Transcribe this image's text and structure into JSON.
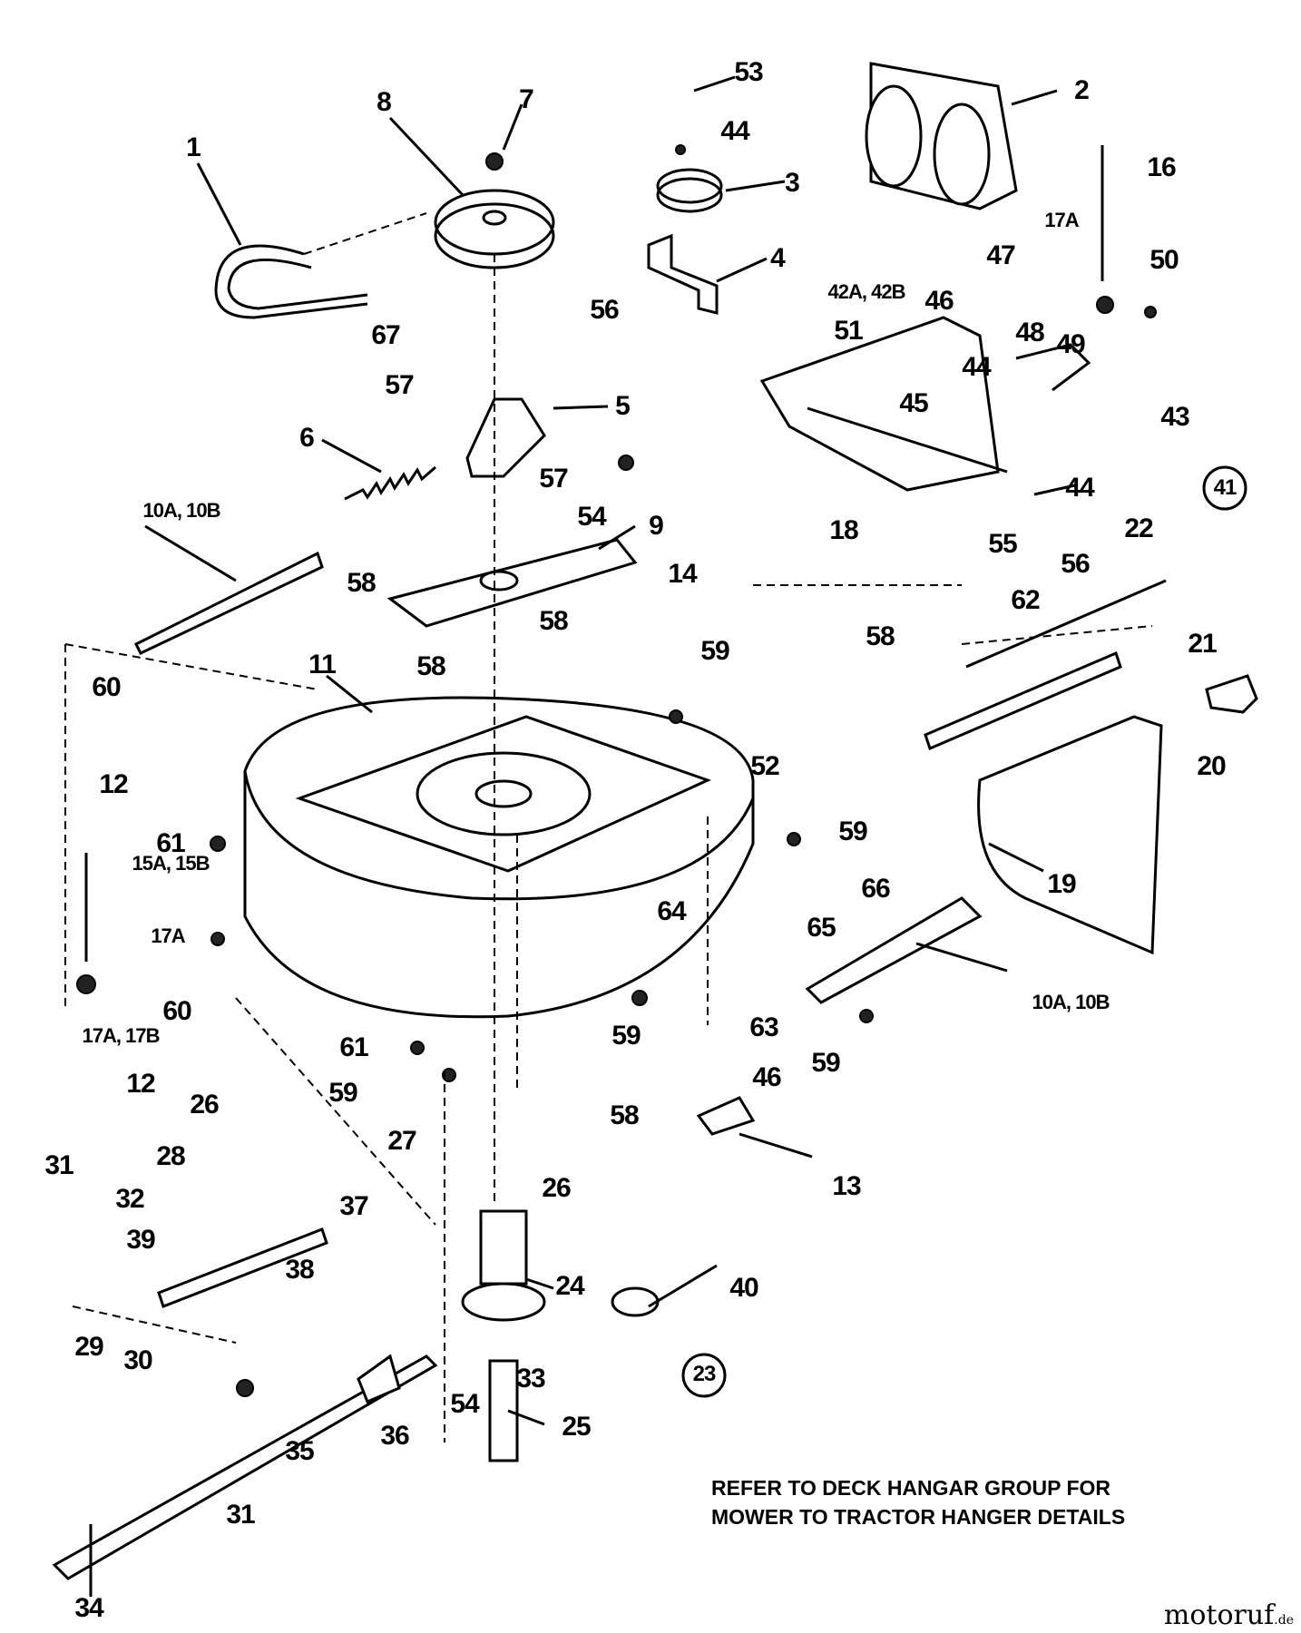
{
  "callouts": [
    {
      "id": "c1",
      "text": "1"
    },
    {
      "id": "c2",
      "text": "2"
    },
    {
      "id": "c3",
      "text": "3"
    },
    {
      "id": "c4",
      "text": "4"
    },
    {
      "id": "c5",
      "text": "5"
    },
    {
      "id": "c6",
      "text": "6"
    },
    {
      "id": "c7",
      "text": "7"
    },
    {
      "id": "c8",
      "text": "8"
    },
    {
      "id": "c9",
      "text": "9"
    },
    {
      "id": "c10a",
      "text": "10A, 10B"
    },
    {
      "id": "c10b",
      "text": "10A, 10B"
    },
    {
      "id": "c11",
      "text": "11"
    },
    {
      "id": "c12a",
      "text": "12"
    },
    {
      "id": "c12b",
      "text": "12"
    },
    {
      "id": "c13",
      "text": "13"
    },
    {
      "id": "c14",
      "text": "14"
    },
    {
      "id": "c15",
      "text": "15A, 15B"
    },
    {
      "id": "c16",
      "text": "16"
    },
    {
      "id": "c17a",
      "text": "17A"
    },
    {
      "id": "c17b",
      "text": "17A"
    },
    {
      "id": "c17c",
      "text": "17A, 17B"
    },
    {
      "id": "c18",
      "text": "18"
    },
    {
      "id": "c19",
      "text": "19"
    },
    {
      "id": "c20",
      "text": "20"
    },
    {
      "id": "c21",
      "text": "21"
    },
    {
      "id": "c22",
      "text": "22"
    },
    {
      "id": "c23",
      "text": "23"
    },
    {
      "id": "c24",
      "text": "24"
    },
    {
      "id": "c25",
      "text": "25"
    },
    {
      "id": "c26a",
      "text": "26"
    },
    {
      "id": "c26b",
      "text": "26"
    },
    {
      "id": "c27",
      "text": "27"
    },
    {
      "id": "c28",
      "text": "28"
    },
    {
      "id": "c29",
      "text": "29"
    },
    {
      "id": "c30",
      "text": "30"
    },
    {
      "id": "c31a",
      "text": "31"
    },
    {
      "id": "c31b",
      "text": "31"
    },
    {
      "id": "c32",
      "text": "32"
    },
    {
      "id": "c33",
      "text": "33"
    },
    {
      "id": "c34",
      "text": "34"
    },
    {
      "id": "c35",
      "text": "35"
    },
    {
      "id": "c36",
      "text": "36"
    },
    {
      "id": "c37",
      "text": "37"
    },
    {
      "id": "c38",
      "text": "38"
    },
    {
      "id": "c39",
      "text": "39"
    },
    {
      "id": "c40",
      "text": "40"
    },
    {
      "id": "c41",
      "text": "41"
    },
    {
      "id": "c42",
      "text": "42A, 42B"
    },
    {
      "id": "c43",
      "text": "43"
    },
    {
      "id": "c44a",
      "text": "44"
    },
    {
      "id": "c44b",
      "text": "44"
    },
    {
      "id": "c44c",
      "text": "44"
    },
    {
      "id": "c45",
      "text": "45"
    },
    {
      "id": "c46a",
      "text": "46"
    },
    {
      "id": "c46b",
      "text": "46"
    },
    {
      "id": "c47",
      "text": "47"
    },
    {
      "id": "c48",
      "text": "48"
    },
    {
      "id": "c49",
      "text": "49"
    },
    {
      "id": "c50",
      "text": "50"
    },
    {
      "id": "c51",
      "text": "51"
    },
    {
      "id": "c52",
      "text": "52"
    },
    {
      "id": "c53",
      "text": "53"
    },
    {
      "id": "c54a",
      "text": "54"
    },
    {
      "id": "c54b",
      "text": "54"
    },
    {
      "id": "c55",
      "text": "55"
    },
    {
      "id": "c56a",
      "text": "56"
    },
    {
      "id": "c56b",
      "text": "56"
    },
    {
      "id": "c57a",
      "text": "57"
    },
    {
      "id": "c57b",
      "text": "57"
    },
    {
      "id": "c58a",
      "text": "58"
    },
    {
      "id": "c58b",
      "text": "58"
    },
    {
      "id": "c58c",
      "text": "58"
    },
    {
      "id": "c58d",
      "text": "58"
    },
    {
      "id": "c58e",
      "text": "58"
    },
    {
      "id": "c59a",
      "text": "59"
    },
    {
      "id": "c59b",
      "text": "59"
    },
    {
      "id": "c59c",
      "text": "59"
    },
    {
      "id": "c59d",
      "text": "59"
    },
    {
      "id": "c59e",
      "text": "59"
    },
    {
      "id": "c60a",
      "text": "60"
    },
    {
      "id": "c60b",
      "text": "60"
    },
    {
      "id": "c61a",
      "text": "61"
    },
    {
      "id": "c61b",
      "text": "61"
    },
    {
      "id": "c62",
      "text": "62"
    },
    {
      "id": "c63",
      "text": "63"
    },
    {
      "id": "c64",
      "text": "64"
    },
    {
      "id": "c65",
      "text": "65"
    },
    {
      "id": "c66",
      "text": "66"
    },
    {
      "id": "c67",
      "text": "67"
    }
  ],
  "note": {
    "line1": "REFER TO DECK HANGAR GROUP FOR",
    "line2": "MOWER TO TRACTOR HANGER DETAILS"
  },
  "watermark": {
    "brand": "motoruf",
    "suffix": ".de"
  }
}
